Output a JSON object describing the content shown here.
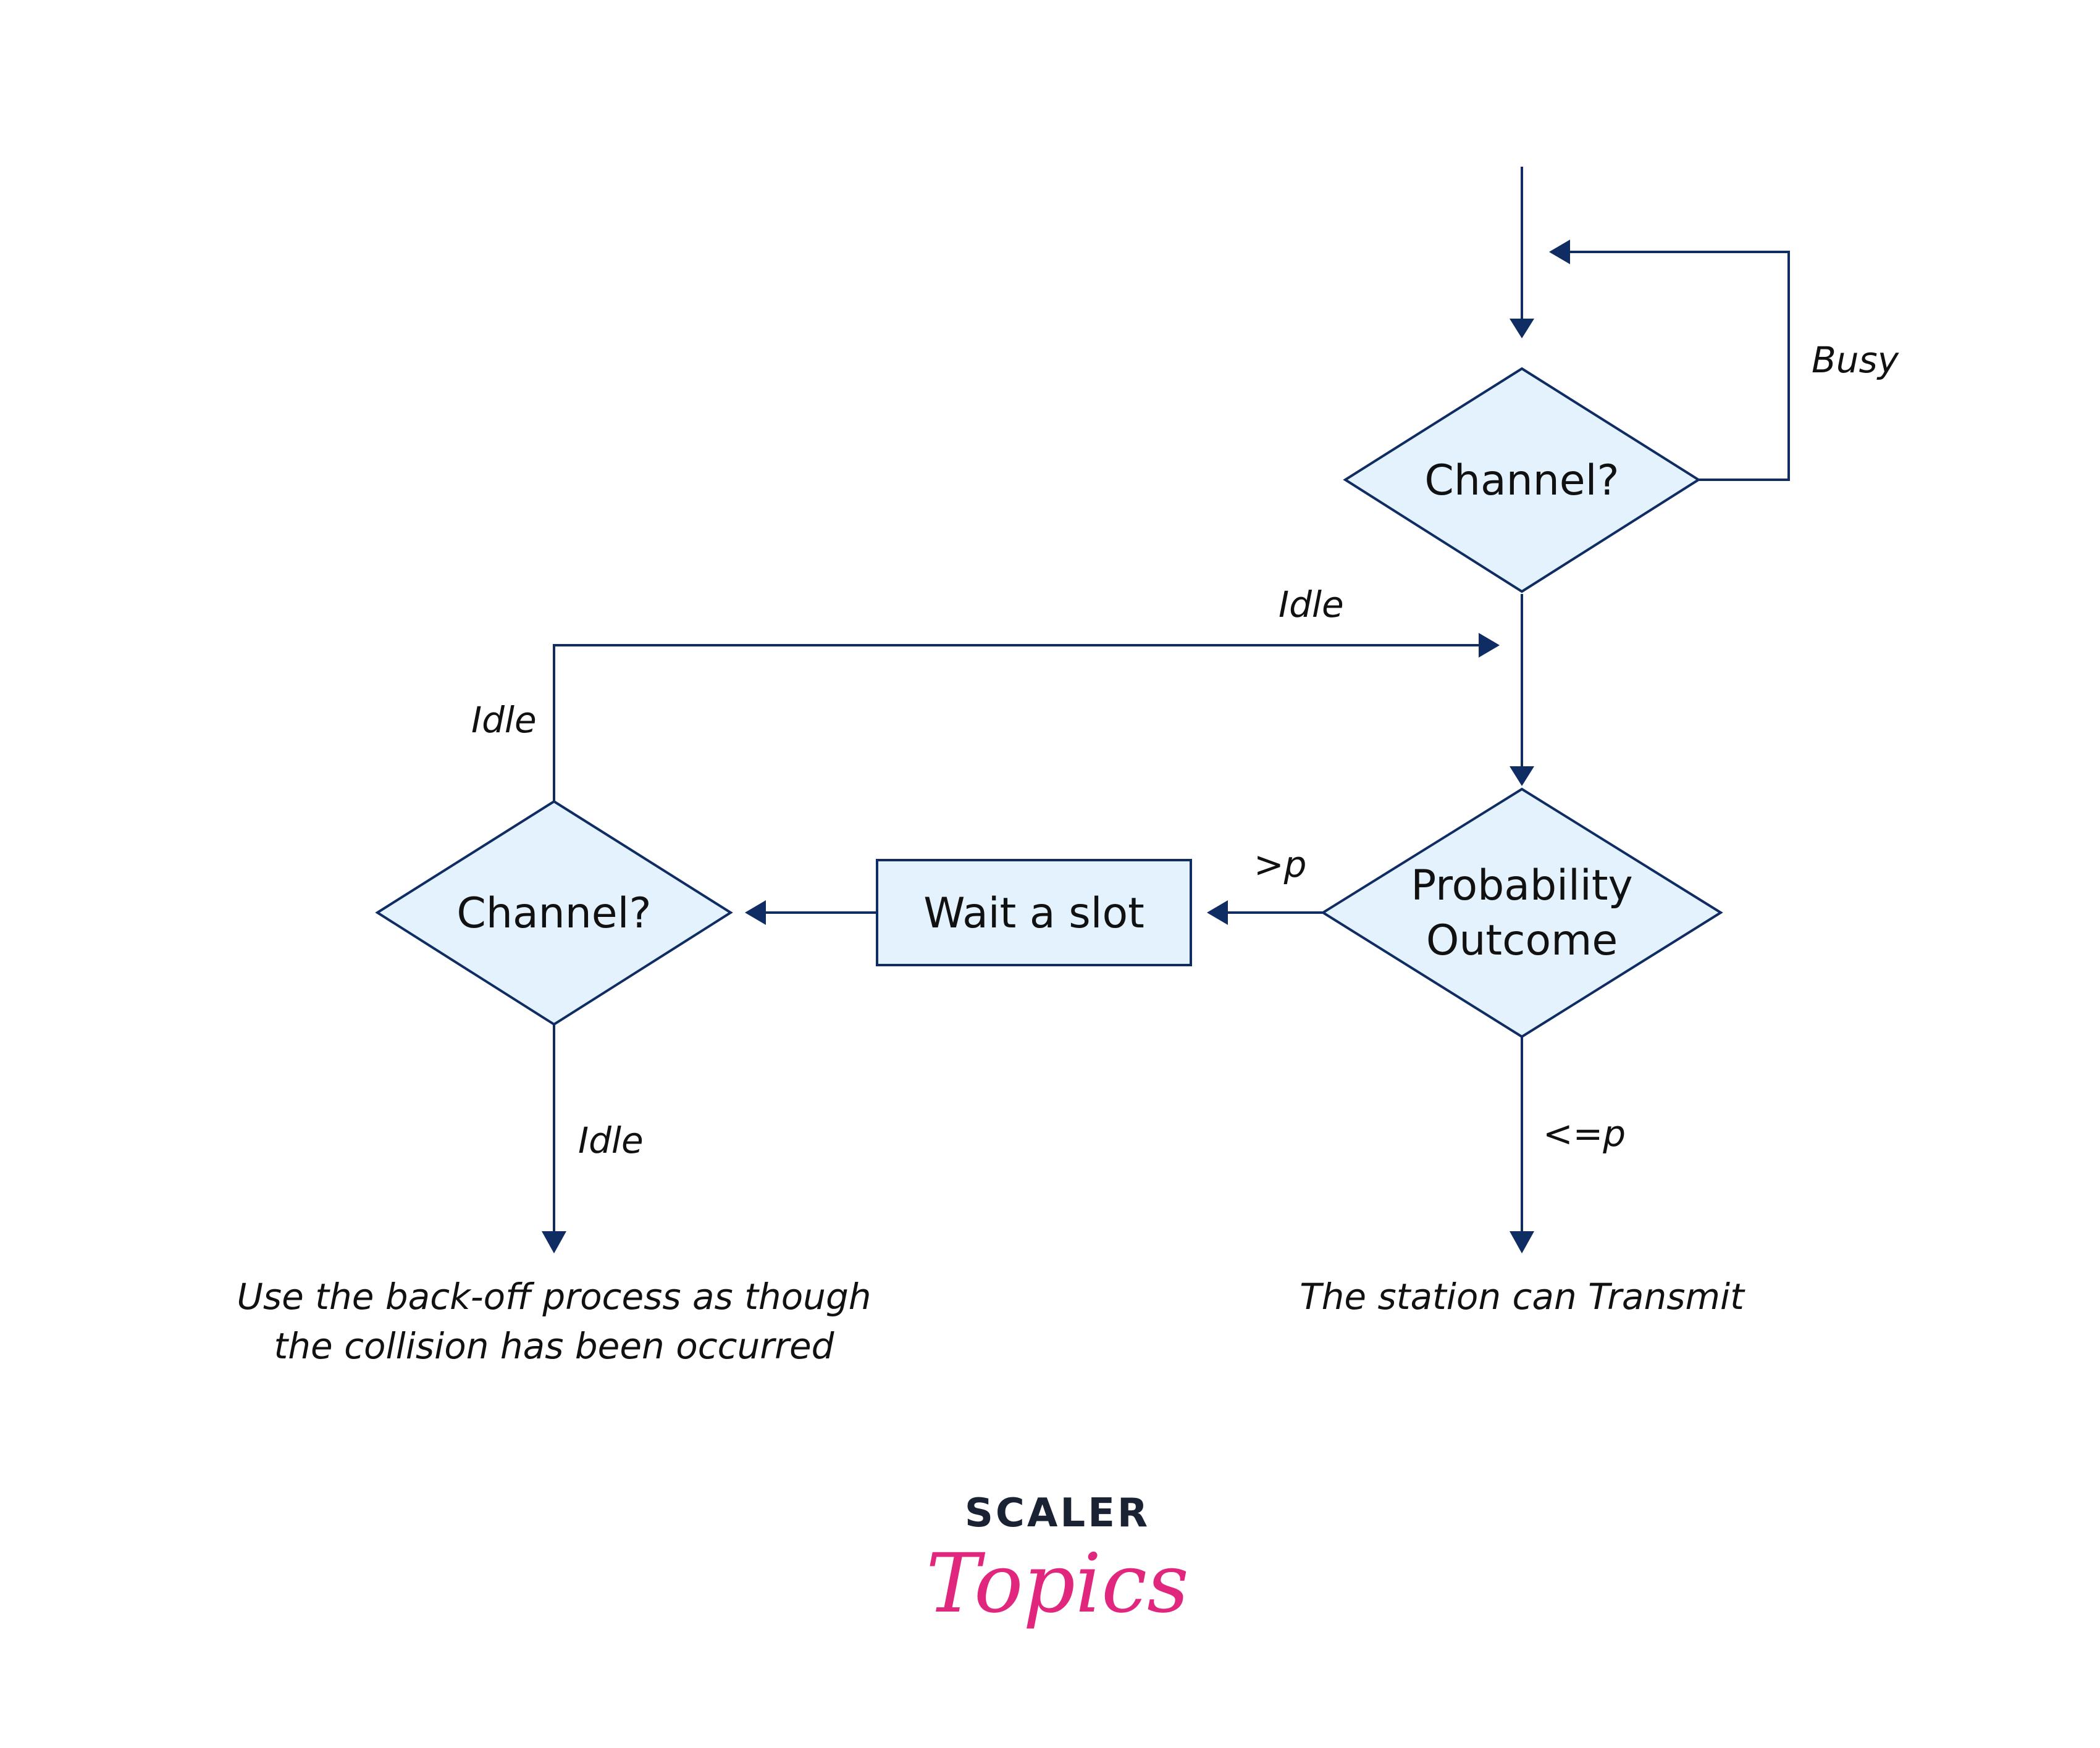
{
  "nodes": {
    "channel_top": "Channel?",
    "probability_line1": "Probability",
    "probability_line2": "Outcome",
    "wait_slot": "Wait a slot",
    "channel_left": "Channel?"
  },
  "edge_labels": {
    "busy": "Busy",
    "idle_top": "Idle",
    "idle_left_up": "Idle",
    "greater_p": ">p",
    "less_equal_p": "<=p",
    "idle_down": "Idle"
  },
  "outcomes": {
    "backoff_line1": "Use the back-off process as though",
    "backoff_line2": "the collision has been occurred",
    "transmit": "The station can Transmit"
  },
  "logo": {
    "brand": "SCALER",
    "sub": "Topics"
  },
  "colors": {
    "node_fill": "#e3f2fc",
    "stroke": "#0f2d63",
    "logo_dark": "#1b2233",
    "logo_pink": "#e0267d"
  }
}
